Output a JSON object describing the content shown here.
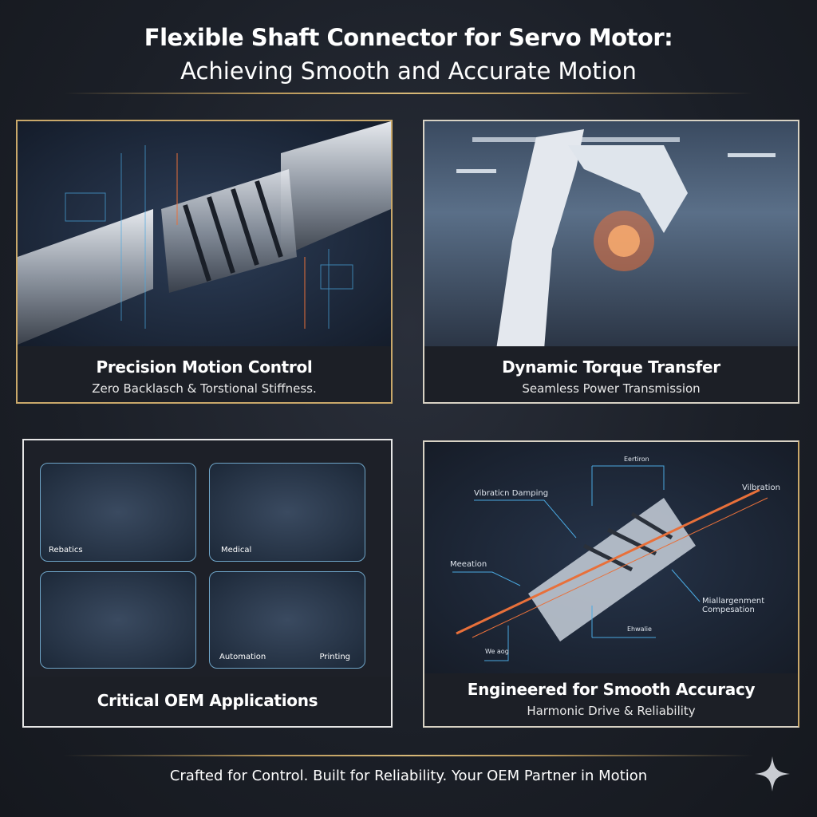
{
  "header": {
    "title": "Flexible Shaft Connector for Servo Motor:",
    "subtitle": "Achieving Smooth and Accurate Motion"
  },
  "panels": [
    {
      "title": "Precision Motion Control",
      "subtitle": "Zero Backlasch & Torstional Stiffness."
    },
    {
      "title": "Dynamic Torque Transfer",
      "subtitle": "Seamless Power Transmission"
    },
    {
      "title": "Critical OEM Applications",
      "tiles": [
        "Rebatics",
        "Medical",
        "Automation",
        "Printing"
      ]
    },
    {
      "title": "Engineered for Smooth Accuracy",
      "subtitle": "Harmonic Drive & Reliability",
      "labels": [
        "Eertiron",
        "Vibraticn Damping",
        "Vilbration",
        "Meeation",
        "Miallargenment Compesation",
        "Ehwalie",
        "We aog"
      ]
    }
  ],
  "footer": {
    "tagline": "Crafted for Control. Built for Reliability. Your OEM Partner in Motion",
    "icon": "sparkle-icon"
  },
  "colors": {
    "gold": "#c9a86a",
    "background": "#1b1f27",
    "accent_blue": "#4aa8e0",
    "accent_orange": "#e8703a"
  }
}
